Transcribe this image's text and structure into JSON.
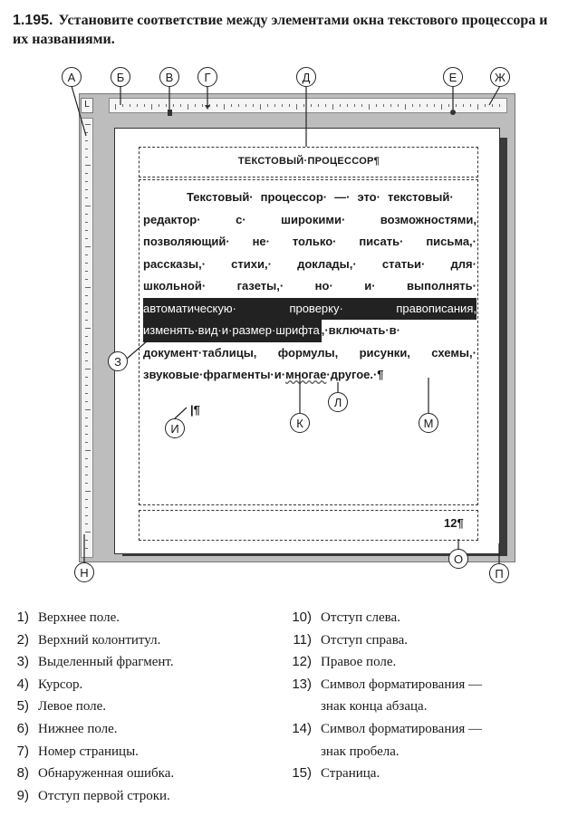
{
  "task": {
    "number": "1.195.",
    "text": "Установите соответствие между элементами окна текстового процессора и их названиями."
  },
  "figure": {
    "ruler_corner": "L",
    "header_text": "ТЕКСТОВЫЙ·ПРОЦЕССОР¶",
    "paragraph_lines": [
      [
        "Текстовый·",
        "процессор·",
        "—·",
        "это·",
        "текстовый·"
      ],
      [
        "редактор·",
        "с·",
        "широкими·",
        "возможностями,"
      ],
      [
        "позволяющий·",
        "не·",
        "только·",
        "писать·",
        "письма,·"
      ],
      [
        "рассказы,·",
        "стихи,·",
        "доклады,·",
        "статьи·",
        "для·"
      ],
      [
        "школьной·",
        "газеты,·",
        "но·",
        "и·",
        "выполнять·"
      ]
    ],
    "selected_line": [
      "автоматическую·",
      "проверку·",
      "правописания,"
    ],
    "mixed_line_selected": "изменять·вид·и·размер·шрифта",
    "mixed_line_rest": ",·включать·в·",
    "line_8": [
      "документ·таблицы,",
      "формулы,",
      "рисунки,",
      "схемы,·"
    ],
    "line_9_before": "звуковые·фрагменты·и·",
    "line_9_error": "многае",
    "line_9_after": "·другое.·¶",
    "cursor_line": "|¶",
    "page_number": "12¶",
    "labels": [
      "А",
      "Б",
      "В",
      "Г",
      "Д",
      "Е",
      "Ж",
      "З",
      "И",
      "К",
      "Л",
      "М",
      "Н",
      "О",
      "П"
    ]
  },
  "answers_left": [
    {
      "n": "1)",
      "t": "Верхнее поле."
    },
    {
      "n": "2)",
      "t": "Верхний колонтитул."
    },
    {
      "n": "3)",
      "t": "Выделенный фрагмент."
    },
    {
      "n": "4)",
      "t": "Курсор."
    },
    {
      "n": "5)",
      "t": "Левое поле."
    },
    {
      "n": "6)",
      "t": "Нижнее поле."
    },
    {
      "n": "7)",
      "t": "Номер страницы."
    },
    {
      "n": "8)",
      "t": "Обнаруженная ошибка."
    },
    {
      "n": "9)",
      "t": "Отступ первой строки."
    }
  ],
  "answers_right": [
    {
      "n": "10)",
      "t": "Отступ слева."
    },
    {
      "n": "11)",
      "t": "Отступ справа."
    },
    {
      "n": "12)",
      "t": "Правое поле."
    },
    {
      "n": "13)",
      "t": "Символ форматирования —\nзнак конца абзаца."
    },
    {
      "n": "14)",
      "t": "Символ форматирования —\nзнак пробела."
    },
    {
      "n": "15)",
      "t": "Страница."
    }
  ]
}
